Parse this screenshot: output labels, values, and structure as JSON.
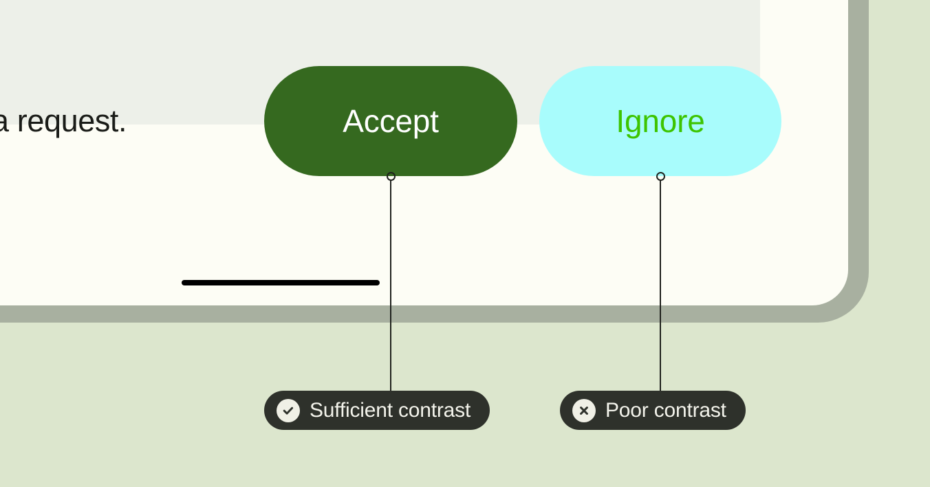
{
  "page": {
    "background_color": "#dce6cd",
    "title": "Button contrast annotation example"
  },
  "device": {
    "screen_background": "#fdfdf5",
    "bezel_color": "#a8b0a0",
    "home_indicator_color": "#000000"
  },
  "cards": [
    {
      "name": "upper-list-card",
      "background": "#edf0e9"
    },
    {
      "name": "main-list-card",
      "background": "#edf0e9"
    }
  ],
  "request": {
    "text": "a request.",
    "color": "#1a1c18"
  },
  "buttons": {
    "accept": {
      "label": "Accept",
      "background": "#35691f",
      "text_color": "#ffffff"
    },
    "ignore": {
      "label": "Ignore",
      "background": "#a8fcfc",
      "text_color": "#3dc400"
    }
  },
  "callouts": [
    {
      "id": "sufficient",
      "label": "Sufficient contrast",
      "icon": "check-circle-icon",
      "pill_background": "#2e312b",
      "text_color": "#f3f3eb",
      "target": "accept"
    },
    {
      "id": "poor",
      "label": "Poor contrast",
      "icon": "x-circle-icon",
      "pill_background": "#2e312b",
      "text_color": "#f3f3eb",
      "target": "ignore"
    }
  ]
}
